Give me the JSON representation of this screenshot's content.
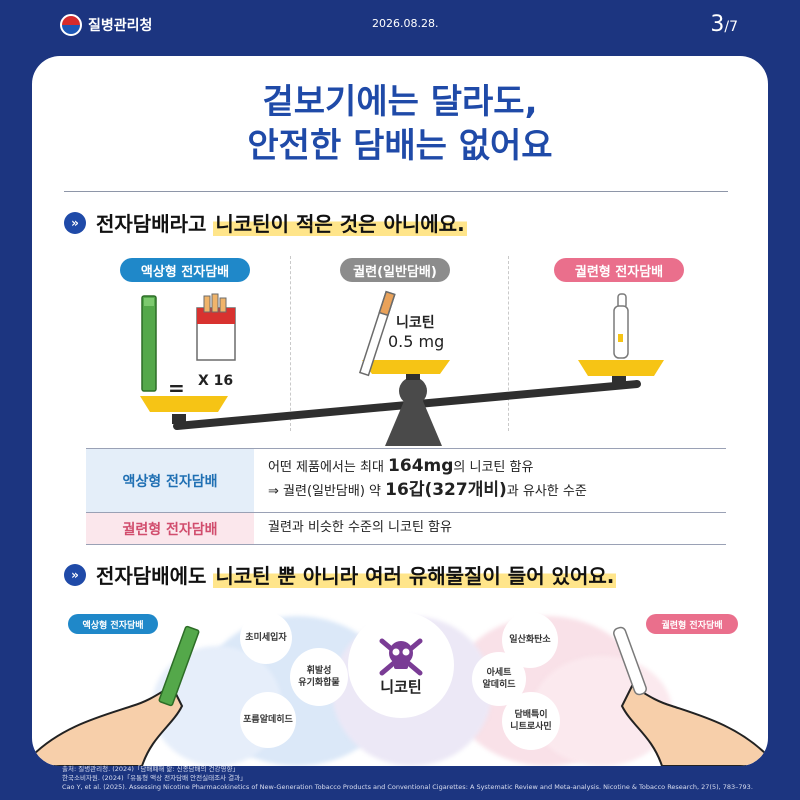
{
  "header": {
    "agency": "질병관리청",
    "date": "2026.08.28.",
    "page_current": "3",
    "page_total": "/7"
  },
  "title": {
    "line1": "겉보기에는 달라도,",
    "line2": "안전한 담배는 없어요"
  },
  "section1": {
    "chevron": "»",
    "text_before": "전자담배라고 ",
    "text_highlight": "니코틴이 적은 것은 아니에요."
  },
  "scale": {
    "liquid_label": "액상형 전자담배",
    "cigarette_label": "궐련(일반담배)",
    "heated_label": "궐련형 전자담배",
    "equals": "=",
    "multiplier": "X 16",
    "nicotine_label": "니코틴",
    "nicotine_value": "0.5 mg"
  },
  "table": {
    "row1_label": "액상형 전자담배",
    "row1_line1_a": "어떤 제품에서는 최대 ",
    "row1_line1_b": "164mg",
    "row1_line1_c": "의 니코틴 함유",
    "row1_line2_a": "⇒ 궐련(일반담배) 약 ",
    "row1_line2_b": "16갑(327개비)",
    "row1_line2_c": "과 유사한 수준",
    "row2_label": "궐련형 전자담배",
    "row2_text": "궐련과 비슷한 수준의 니코틴 함유"
  },
  "section2": {
    "chevron": "»",
    "text_before": "전자담배에도 ",
    "text_highlight": "니코틴 뿐 아니라 여러 유해물질이 들어 있어요."
  },
  "harmful": {
    "left_label": "액상형 전자담배",
    "right_label": "궐련형 전자담배",
    "center": "니코틴",
    "items_left": [
      "초미세입자",
      "휘발성\n유기화합물",
      "포름알데히드"
    ],
    "items_right": [
      "일산화탄소",
      "아세트\n알데히드",
      "담배특이\n니트로사민"
    ]
  },
  "sources": {
    "line1": "출처: 질병관리청. (2024)「담배폐해 앎: 신종담배의 건강영향」",
    "line2": "한국소비자원. (2024)「유통형 액상 전자담배 안전실태조사 결과」",
    "line3": "Cao Y, et al. (2025). Assessing Nicotine Pharmacokinetics of New-Generation Tobacco Products and Conventional Cigarettes: A Systematic Review and Meta-analysis. Nicotine & Tobacco Research, 27(5), 783–793."
  },
  "colors": {
    "navy": "#1c3580",
    "title_blue": "#1f4aa8",
    "liquid_blue": "#1f88c9",
    "heated_pink": "#ea6f8c",
    "cigarette_gray": "#8c8c8c",
    "highlight": "#ffe58a"
  }
}
